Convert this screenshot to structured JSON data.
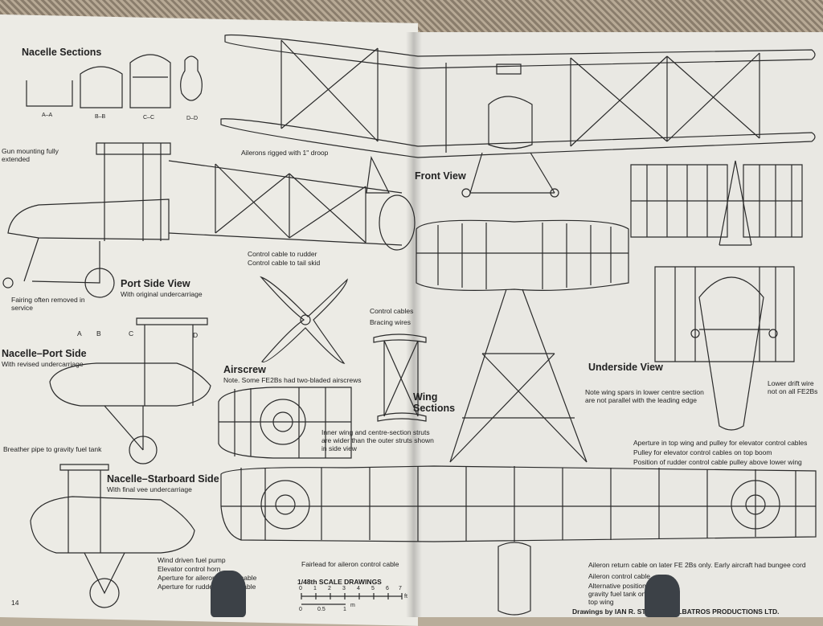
{
  "titles": {
    "nacelle_sections": "Nacelle Sections",
    "port_side_view": "Port Side View",
    "nacelle_port_side": "Nacelle–Port Side",
    "nacelle_starboard_side": "Nacelle–Starboard Side",
    "airscrew": "Airscrew",
    "front_view": "Front View",
    "wing_sections": "Wing Sections",
    "underside_view": "Underside View"
  },
  "section_labels": [
    "A–A",
    "B–B",
    "C–C",
    "D–D"
  ],
  "station_labels": [
    "A",
    "B",
    "C",
    "D"
  ],
  "notes": {
    "gun_mounting": "Gun mounting fully extended",
    "ailerons_droop": "Ailerons rigged with 1\" droop",
    "control_cable_rudder": "Control cable to rudder",
    "control_cable_tail": "Control cable to tail skid",
    "original_undercarriage": "With original undercarriage",
    "fairing": "Fairing often removed in service",
    "revised_undercarriage": "With revised undercarriage",
    "breather_pipe": "Breather pipe to gravity fuel tank",
    "final_vee": "With final vee undercarriage",
    "two_bladed": "Note. Some FE2Bs had two-bladed airscrews",
    "control_cables": "Control cables",
    "bracing_wires": "Bracing wires",
    "inner_wing": "Inner wing and centre-section struts are wider than the outer struts shown in side view",
    "wing_spars": "Note wing spars in lower centre section are not parallel with the leading edge",
    "lower_drift": "Lower drift wire not on all FE2Bs",
    "aperture_top_wing": "Aperture in top wing and pulley for elevator control cables",
    "pulley_elevator": "Pulley for elevator control cables on top boom",
    "position_rudder": "Position of rudder control cable pulley above lower wing",
    "fairlead": "Fairlead for aileron control cable",
    "wind_pump": "Wind driven fuel pump",
    "elevator_control": "Elevator control horn",
    "aperture_aileron": "Aperture for aileron control cable",
    "aperture_rudder": "Aperture for rudder control cable",
    "aileron_return": "Aileron return cable on later FE 2Bs only. Early aircraft had bungee cord",
    "aileron_cable": "Aileron control cable",
    "alt_gravity": "Alternative position gravity fuel tank on top wing"
  },
  "scale": {
    "title": "1/48th SCALE DRAWINGS",
    "feet": [
      "0",
      "1",
      "2",
      "3",
      "4",
      "5",
      "6",
      "7"
    ],
    "metres": [
      "0",
      "0.5",
      "1"
    ],
    "units_ft": "ft",
    "units_m": "m"
  },
  "footer": {
    "credit": "Drawings by IAN R. STAIR and ALBATROS PRODUCTIONS LTD.",
    "page_number": "14"
  },
  "colors": {
    "paper": "#ecebe5",
    "ink": "#222222",
    "clip": "#3c4147"
  }
}
